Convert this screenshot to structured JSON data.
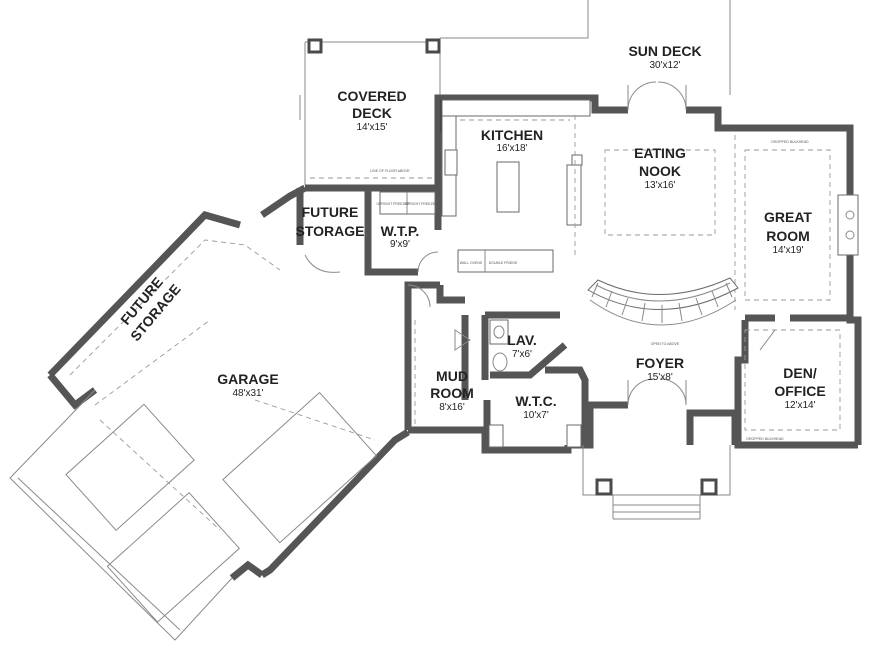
{
  "rooms": {
    "sun_deck": {
      "name": "SUN DECK",
      "dim": "30'x12'"
    },
    "covered_deck": {
      "name_line1": "COVERED",
      "name_line2": "DECK",
      "dim": "14'x15'"
    },
    "kitchen": {
      "name": "KITCHEN",
      "dim": "16'x18'"
    },
    "eating_nook": {
      "name_line1": "EATING",
      "name_line2": "NOOK",
      "dim": "13'x16'"
    },
    "great_room": {
      "name_line1": "GREAT",
      "name_line2": "ROOM",
      "dim": "14'x19'"
    },
    "future_storage_top": {
      "name_line1": "FUTURE",
      "name_line2": "STORAGE"
    },
    "wtp": {
      "name": "W.T.P.",
      "dim": "9'x9'"
    },
    "future_storage_garage": {
      "name_line1": "FUTURE",
      "name_line2": "STORAGE"
    },
    "garage": {
      "name": "GARAGE",
      "dim": "48'x31'"
    },
    "lav": {
      "name": "LAV.",
      "dim": "7'x6'"
    },
    "mud_room": {
      "name_line1": "MUD",
      "name_line2": "ROOM",
      "dim": "8'x16'"
    },
    "wtc": {
      "name": "W.T.C.",
      "dim": "10'x7'"
    },
    "foyer": {
      "name": "FOYER",
      "dim": "15'x8'"
    },
    "den_office": {
      "name_line1": "DEN/",
      "name_line2": "OFFICE",
      "dim": "12'x14'"
    }
  },
  "notes": {
    "upright_freezer_1": "UPRIGHT FREEZER",
    "upright_freezer_2": "UPRIGHT FREEZER",
    "wall_ovens": "WALL OVENS",
    "double_fridge": "DOUBLE FRIDGE",
    "open_to_above": "OPEN TO ABOVE",
    "dropped_bulkhead_top": "DROPPED BULKHEAD",
    "dropped_bulkhead_den": "DROPPED BULKHEAD",
    "line_of_floor_above": "LINE OF FLOOR ABOVE"
  }
}
